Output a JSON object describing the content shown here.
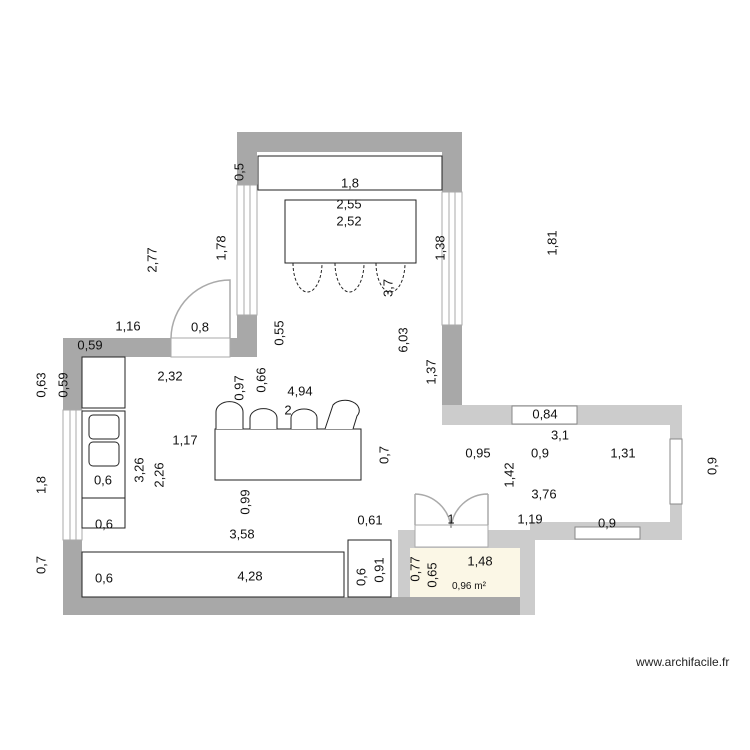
{
  "watermark": "www.archifacile.fr",
  "colors": {
    "wall": "#a8a8a8",
    "wall_light": "#cccccc",
    "small_room_fill": "#fbf7e6",
    "dimension_line": "#aaaaaa"
  },
  "small_room_area": "0,96 m²",
  "dimensions": [
    "0,5",
    "1,8",
    "2,55",
    "2,52",
    "2,77",
    "1,78",
    "1,38",
    "1,81",
    "3,7",
    "1,16",
    "0,8",
    "0,55",
    "0,59",
    "6,03",
    "1,37",
    "2,32",
    "0,97",
    "0,66",
    "4,94",
    "0,63",
    "0,59",
    "2",
    "1,17",
    "3,26",
    "2,26",
    "0,6",
    "0,7",
    "1,8",
    "0,6",
    "3,58",
    "0,99",
    "0,61",
    "0,7",
    "0,6",
    "4,28",
    "0,6",
    "0,91",
    "0,77",
    "0,65",
    "1,48",
    "0,84",
    "3,1",
    "0,95",
    "0,9",
    "1,31",
    "1,42",
    "3,76",
    "1",
    "1,19",
    "0,9",
    "0,9"
  ]
}
